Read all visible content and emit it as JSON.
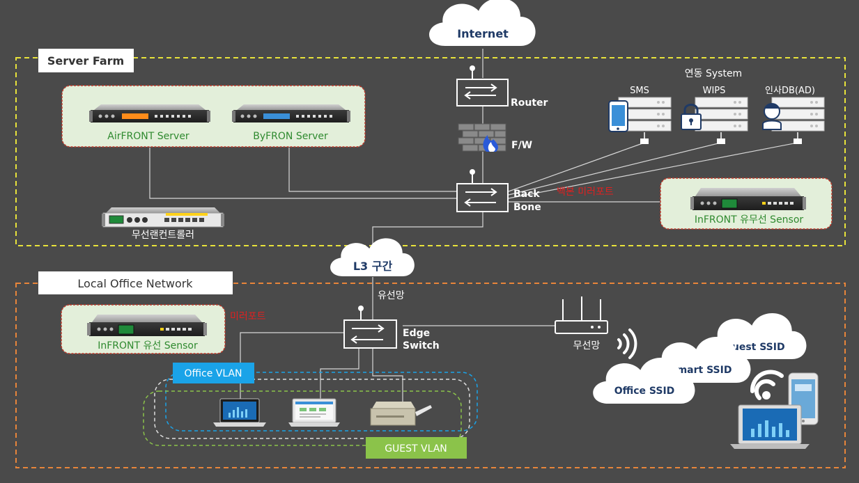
{
  "zones": {
    "server_farm": "Server Farm",
    "local_office": "Local Office Network"
  },
  "cloud_labels": {
    "internet": "Internet",
    "l3": "L3 구간",
    "office_ssid": "Office SSID",
    "smart_ssid": "Smart SSID",
    "guest_ssid": "Guest SSID"
  },
  "devices": {
    "router": "Router",
    "firewall": "F/W",
    "backbone_1": "Back",
    "backbone_2": "Bone",
    "edge_1": "Edge",
    "edge_2": "Switch",
    "airfront": "AirFRONT Server",
    "byfron": "ByFRON Server",
    "wlan_controller": "무선랜컨트롤러",
    "infront_wired_wireless": "InFRONT 유무선 Sensor",
    "infront_wired": "InFRONT 유선 Sensor",
    "wired_net": "유선망",
    "wireless_net": "무선망",
    "linked_system": "연동 System",
    "sms": "SMS",
    "wips": "WIPS",
    "hr_db": "인사DB(AD)"
  },
  "annotations": {
    "backbone_mirror": "백본 미러포트",
    "mirror_port": "미러포트"
  },
  "vlans": {
    "office": "Office VLAN",
    "guest": "GUEST VLAN"
  },
  "colors": {
    "background": "#4a4a4a",
    "server_farm_border": "#e8e33a",
    "local_office_border": "#e8853a",
    "panel_fill": "#e3efda",
    "panel_border": "#c0392b",
    "device_label": "#2f8a2f",
    "annotation": "#e02020",
    "office_vlan": "#1aa3e8",
    "guest_vlan": "#8bc34a",
    "cloud_text": "#1f3a66"
  },
  "icons": [
    "router-icon",
    "firewall-icon",
    "backbone-switch-icon",
    "edge-switch-icon",
    "wireless-ap-icon",
    "wifi-signal-icon",
    "server-rack-icon",
    "laptop-icon",
    "printer-icon",
    "smartphone-icon",
    "lock-icon",
    "user-icon"
  ]
}
